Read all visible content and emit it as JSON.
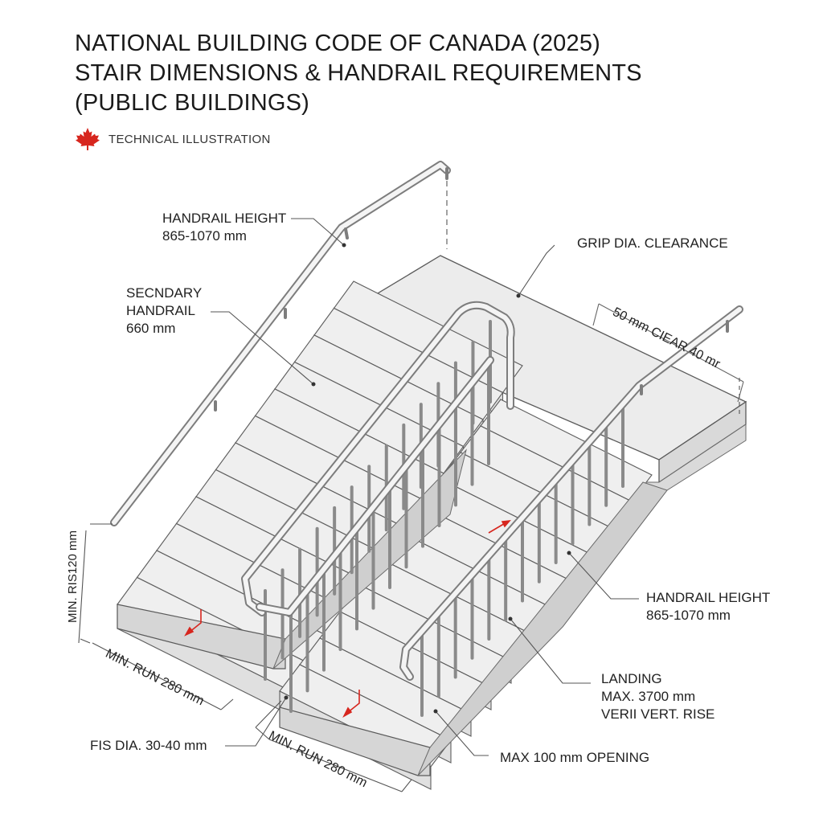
{
  "header": {
    "title_line1": "NATIONAL BUILDING CODE OF CANADA (2025)",
    "title_line2": "STAIR DIMENSIONS & HANDRAIL REQUIREMENTS",
    "title_line3": "(PUBLIC BUILDINGS)",
    "tag": "TECHNICAL ILLUSTRATION",
    "tag_icon": "maple-leaf-icon",
    "accent_color": "#d7261e"
  },
  "labels": {
    "handrail_height_top": {
      "line1": "HANDRAIL HEIGHT",
      "line2": "865-1070 mm"
    },
    "secondary_handrail": {
      "line1": "SECNDARY",
      "line2": "HANDRAIL",
      "line3": "660 mm"
    },
    "grip_clearance": "GRIP DIA. CLEARANCE",
    "clear_dim": "50 mm CIEAR 40 mr",
    "min_rise": "MIN. RIS120 mm",
    "min_run_left": "MIN. RUN 280 mm",
    "fis_dia": "FIS DIA. 30-40 mm",
    "min_run_bottom": "MIN. RUN 280 mm",
    "handrail_height_right": {
      "line1": "HANDRAIL HEIGHT",
      "line2": "865-1070 mm"
    },
    "landing": {
      "line1": "LANDING",
      "line2": "MAX. 3700 mm",
      "line3": "VERII VERT. RISE"
    },
    "max_opening": "MAX  100 mm OPENING"
  }
}
